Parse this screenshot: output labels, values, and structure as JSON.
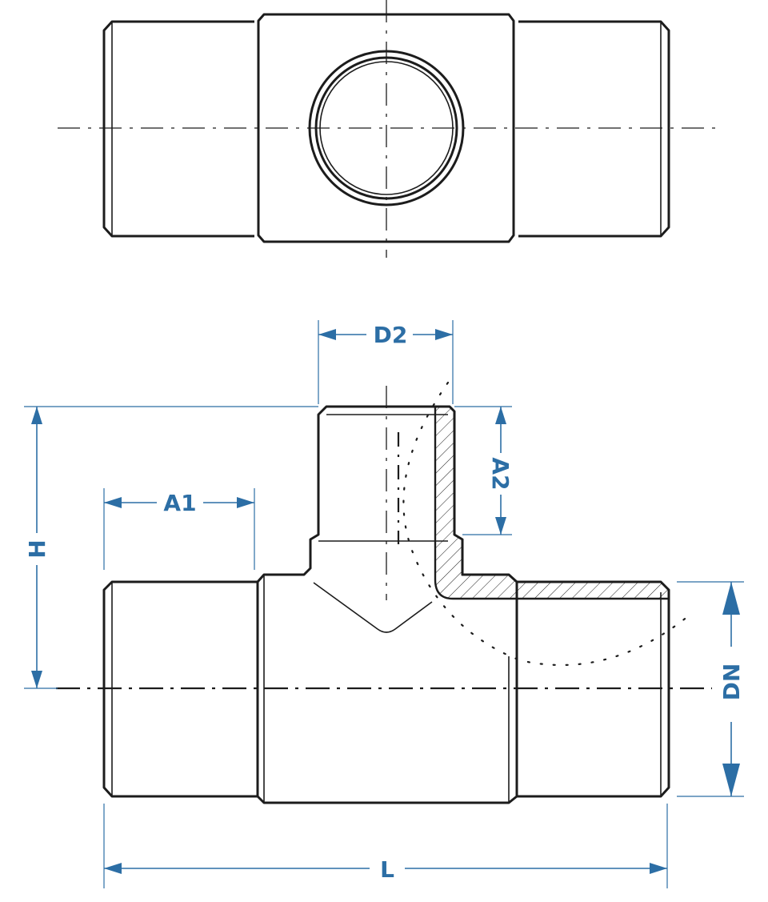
{
  "dimensions": {
    "d2": "D2",
    "a1": "A1",
    "a2": "A2",
    "h": "H",
    "dn": "DN",
    "l": "L"
  },
  "colors": {
    "outline": "#1c1c1c",
    "dimension": "#2c6ea5",
    "background": "#ffffff"
  }
}
